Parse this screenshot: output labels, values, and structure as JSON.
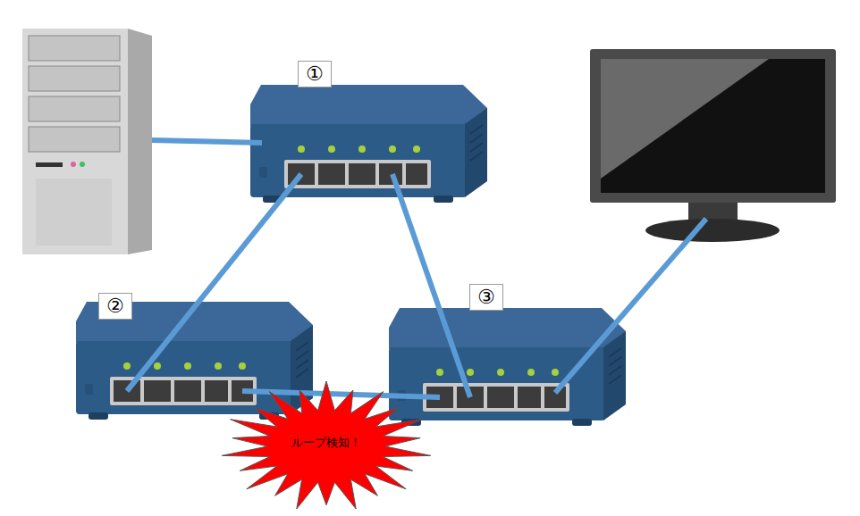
{
  "diagram": {
    "nodes": [
      {
        "text": [
          "①"
        ]
      },
      {
        "text": [
          "②"
        ]
      },
      {
        "text": [
          "③"
        ]
      },
      {
        "text": [
          "ループ検知！"
        ]
      }
    ],
    "edges": [
      {
        "from": 0,
        "to": 1,
        "arrow": "none"
      },
      {
        "from": 0,
        "to": 2,
        "arrow": "none"
      },
      {
        "from": 1,
        "to": 2,
        "arrow": "none"
      }
    ]
  }
}
